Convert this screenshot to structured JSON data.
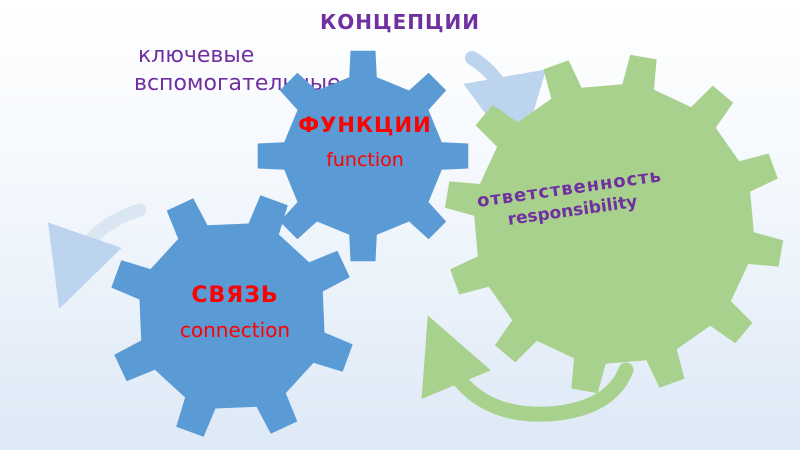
{
  "slide": {
    "title": "КОНЦЕПЦИИ",
    "subtitle_line1": "ключевые",
    "subtitle_line2": "вспомогательные"
  },
  "gears": {
    "function": {
      "label_ru": "ФУНКЦИИ",
      "label_en": "function",
      "color": "#5b9bd5"
    },
    "responsibility": {
      "label_ru": "ответственность",
      "label_en": "responsibility",
      "color": "#a9d18e"
    },
    "connection": {
      "label_ru": "СВЯЗЬ",
      "label_en": "connection",
      "color": "#5b9bd5"
    }
  },
  "colors": {
    "title": "#7030a0",
    "label_red": "#ff0000",
    "label_purple": "#7030a0",
    "arrow_blue": "#bcd4ee",
    "arrow_green": "#a9d18e"
  },
  "icons": {
    "arrows": [
      "curved-arrow-icon",
      "curved-arrow-icon",
      "curved-arrow-icon"
    ]
  }
}
